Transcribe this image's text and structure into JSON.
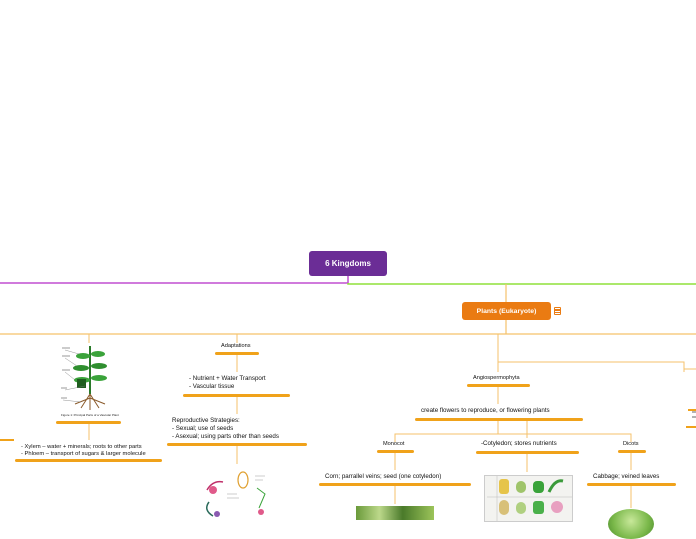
{
  "map": {
    "root_label": "6 Kingdoms",
    "plant_label": "Plants (Eukaryote)",
    "figure_caption": "Figure 1: Principal Parts of a Vascular Plant",
    "xylem_phloem": "- Xylem – water + minerals; roots to other parts\n- Phloem – transport of sugars & larger molecule",
    "adaptations": "Adaptations",
    "nutrient_water": "- Nutrient + Water Transport\n- Vascular tissue",
    "reproductive": "Reproductive Strategies:\n- Sexual; use of seeds\n- Asexual; using parts other than seeds",
    "angiospermophyta": "Angiospermophyta",
    "flowers": "create flowers to reproduce, or flowering plants",
    "monocot": "Monocot",
    "cotyledon": "-Cotyledon; stores nutrients",
    "dicots": "Dicots",
    "corn": "Corn; parrallel veins; seed (one cotyledon)",
    "cabbage": "Cabbage; veined leaves"
  },
  "colors": {
    "root": "#6b2d96",
    "purple_branch": "#c04fd0",
    "green_branch": "#8fe03a",
    "plant_node": "#ea7b12",
    "orange_line": "#f5c26b",
    "underline": "#f0a21a"
  }
}
